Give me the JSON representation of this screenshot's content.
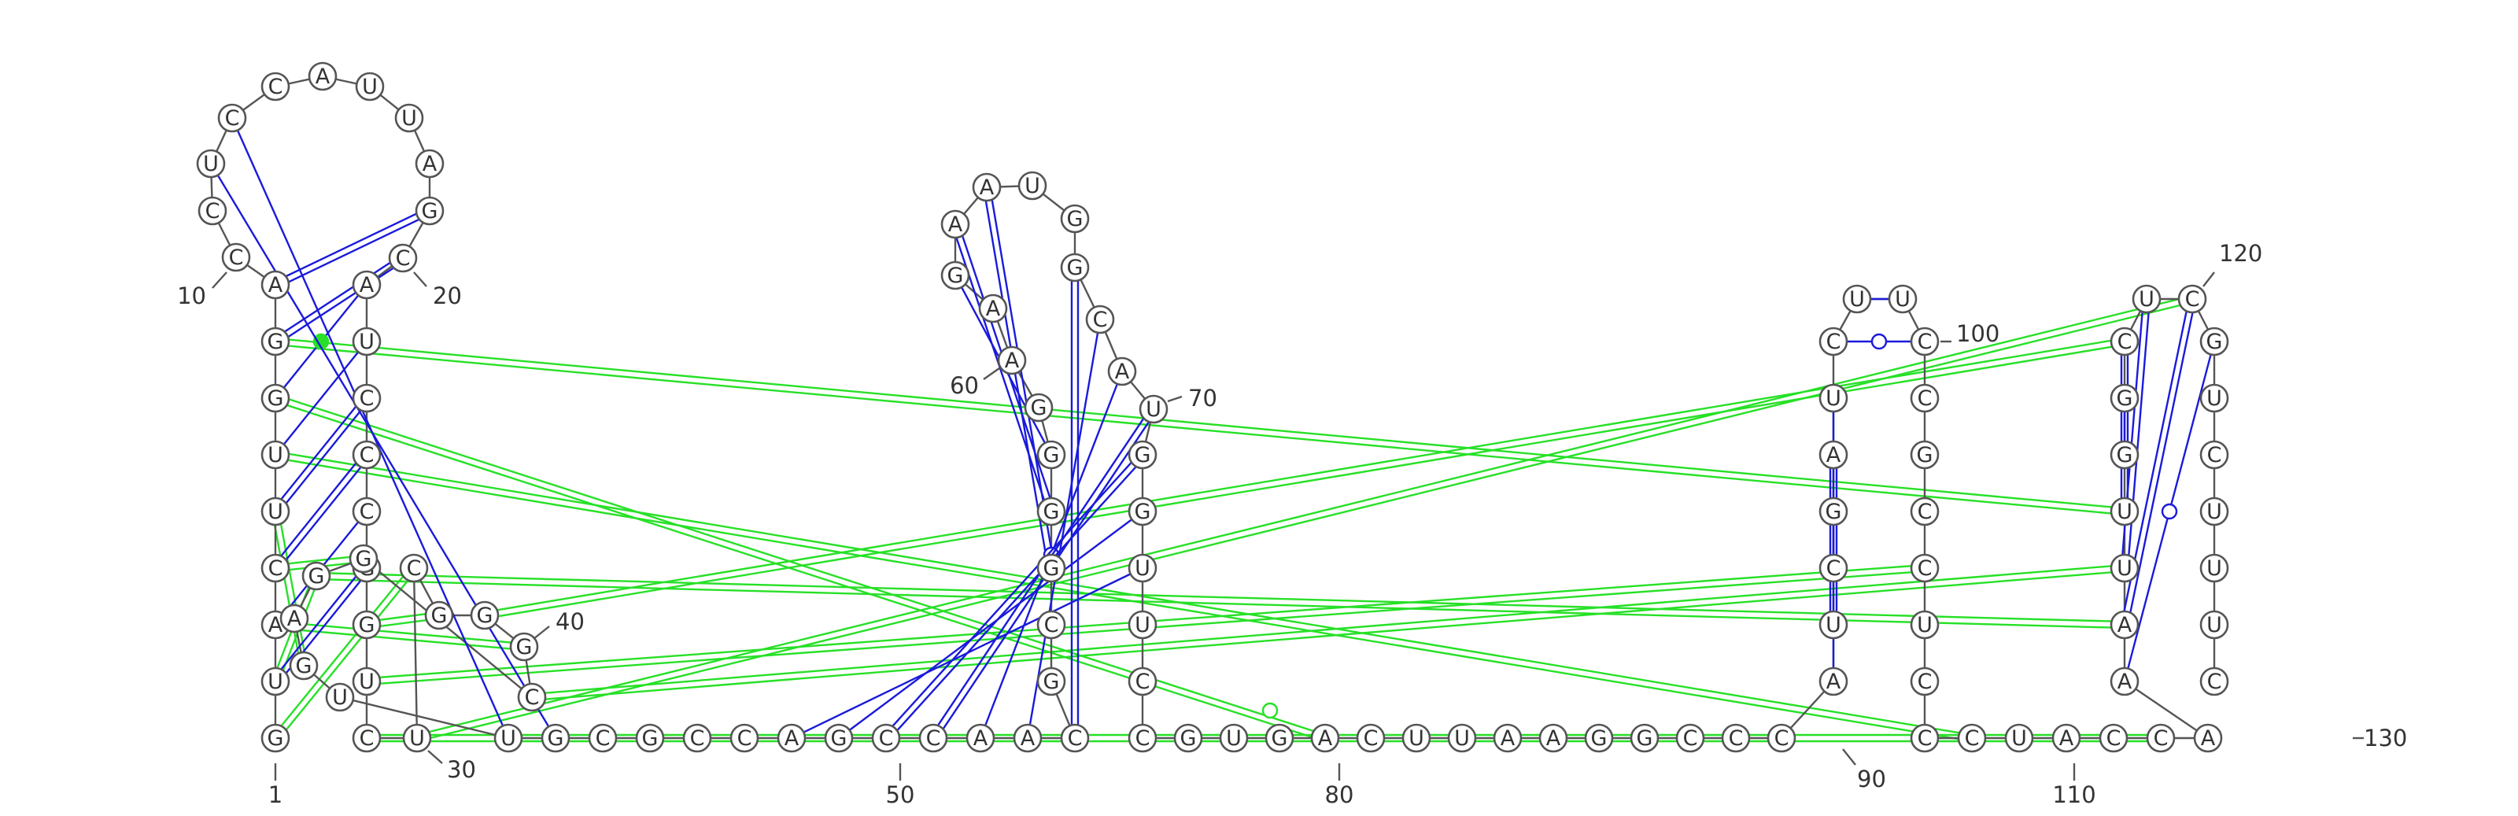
{
  "diagram": {
    "type": "rna-secondary-structure-arc-layout",
    "colors": {
      "backbone": "#555555",
      "watson_crick_pair": "#1a1adb",
      "wobble_pair": "#1a1adb",
      "pseudoknot_pair": "#27e027",
      "nucleotide_fill": "#ffffff",
      "text": "#333333"
    },
    "sequence": "GUACUUGGACCUCCAUUAGCAUCCCGGUCUCGGGCGGAGUUGCGCCAGCCAACGCGGGGAAGAAUGGCAUGGUUCCGUGACUUAAGGCCCAUCGAUCUUCCGCCUCCCUACCAAAUUGGCUCGUCUUUC",
    "position_labels": [
      {
        "pos": 1,
        "text": "1"
      },
      {
        "pos": 10,
        "text": "10"
      },
      {
        "pos": 20,
        "text": "20"
      },
      {
        "pos": 30,
        "text": "30"
      },
      {
        "pos": 40,
        "text": "40"
      },
      {
        "pos": 50,
        "text": "50"
      },
      {
        "pos": 60,
        "text": "60"
      },
      {
        "pos": 70,
        "text": "70"
      },
      {
        "pos": 80,
        "text": "80"
      },
      {
        "pos": 90,
        "text": "90"
      },
      {
        "pos": 100,
        "text": "100"
      },
      {
        "pos": 110,
        "text": "110"
      },
      {
        "pos": 120,
        "text": "120"
      },
      {
        "pos": 130,
        "text": "130"
      }
    ],
    "pairs": [
      {
        "i": 9,
        "j": 19,
        "type": "canonical"
      },
      {
        "i": 8,
        "j": 20,
        "type": "canonical"
      },
      {
        "i": 7,
        "j": 21,
        "type": "wobble-dot"
      },
      {
        "i": 6,
        "j": 22,
        "type": "single"
      },
      {
        "i": 5,
        "j": 23,
        "type": "canonical"
      },
      {
        "i": 4,
        "j": 24,
        "type": "canonical"
      },
      {
        "i": 3,
        "j": 25,
        "type": "single"
      },
      {
        "i": 2,
        "j": 26,
        "type": "canonical"
      },
      {
        "i": 56,
        "j": 64,
        "type": "canonical"
      },
      {
        "i": 57,
        "j": 63,
        "type": "canonical"
      },
      {
        "i": 58,
        "j": 62,
        "type": "single"
      },
      {
        "i": 53,
        "j": 67,
        "type": "canonical"
      },
      {
        "i": 52,
        "j": 68,
        "type": "single"
      },
      {
        "i": 51,
        "j": 69,
        "type": "wobble-circle"
      },
      {
        "i": 50,
        "j": 70,
        "type": "canonical"
      },
      {
        "i": 49,
        "j": 71,
        "type": "canonical"
      },
      {
        "i": 48,
        "j": 72,
        "type": "single"
      },
      {
        "i": 47,
        "j": 73,
        "type": "single"
      },
      {
        "i": 91,
        "j": 96,
        "type": "single"
      },
      {
        "i": 92,
        "j": 95,
        "type": "canonical"
      },
      {
        "i": 93,
        "j": 94,
        "type": "single"
      },
      {
        "i": 97,
        "j": 100,
        "type": "wobble-circle"
      },
      {
        "i": 98,
        "j": 99,
        "type": "single"
      },
      {
        "i": 12,
        "j": 42,
        "type": "single"
      },
      {
        "i": 13,
        "j": 41,
        "type": "single"
      },
      {
        "i": 114,
        "j": 123,
        "type": "wobble-circle"
      },
      {
        "i": 115,
        "j": 122,
        "type": "canonical"
      },
      {
        "i": 116,
        "j": 121,
        "type": "canonical"
      },
      {
        "i": 117,
        "j": 120,
        "type": "canonical"
      },
      {
        "i": 118,
        "j": 119,
        "type": "single"
      }
    ],
    "pseudoknots": [
      {
        "i": 1,
        "j": 31
      },
      {
        "i": 2,
        "j": 37
      },
      {
        "i": 3,
        "j": 34
      },
      {
        "i": 4,
        "j": 36
      },
      {
        "i": 5,
        "j": 39
      },
      {
        "i": 6,
        "j": 108
      },
      {
        "i": 7,
        "j": 80
      },
      {
        "i": 8,
        "j": 117
      },
      {
        "i": 28,
        "j": 104
      },
      {
        "i": 29,
        "j": 112
      },
      {
        "i": 30,
        "j": 122
      },
      {
        "i": 32,
        "j": 27
      },
      {
        "i": 33,
        "j": 120
      },
      {
        "i": 35,
        "j": 116
      },
      {
        "i": 37,
        "j": 115
      }
    ]
  }
}
